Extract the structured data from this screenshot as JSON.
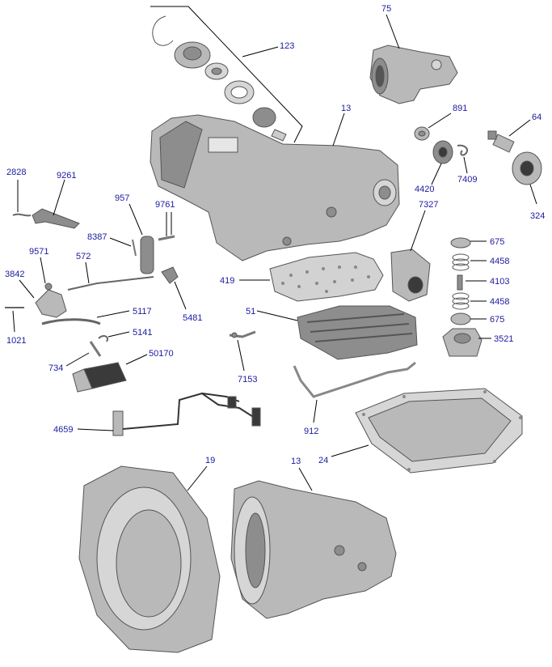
{
  "callouts": {
    "c75": "75",
    "c123": "123",
    "c13_top": "13",
    "c891": "891",
    "c64": "64",
    "c4420": "4420",
    "c7409": "7409",
    "c324": "324",
    "c2828": "2828",
    "c9261": "9261",
    "c957": "957",
    "c9761": "9761",
    "c8387": "8387",
    "c7327": "7327",
    "c675_top": "675",
    "c4458_top": "4458",
    "c4103": "4103",
    "c4458_bot": "4458",
    "c675_bot": "675",
    "c3521": "3521",
    "c9571": "9571",
    "c572": "572",
    "c3842": "3842",
    "c419": "419",
    "c5481": "5481",
    "c51": "51",
    "c5117": "5117",
    "c1021": "1021",
    "c5141": "5141",
    "c734": "734",
    "c50170": "50170",
    "c7153": "7153",
    "c912": "912",
    "c4659": "4659",
    "c24": "24",
    "c19": "19",
    "c13_bot": "13"
  },
  "colors": {
    "label": "#1a1aa0",
    "leader": "#000000",
    "metal": "#b9b9b9"
  }
}
